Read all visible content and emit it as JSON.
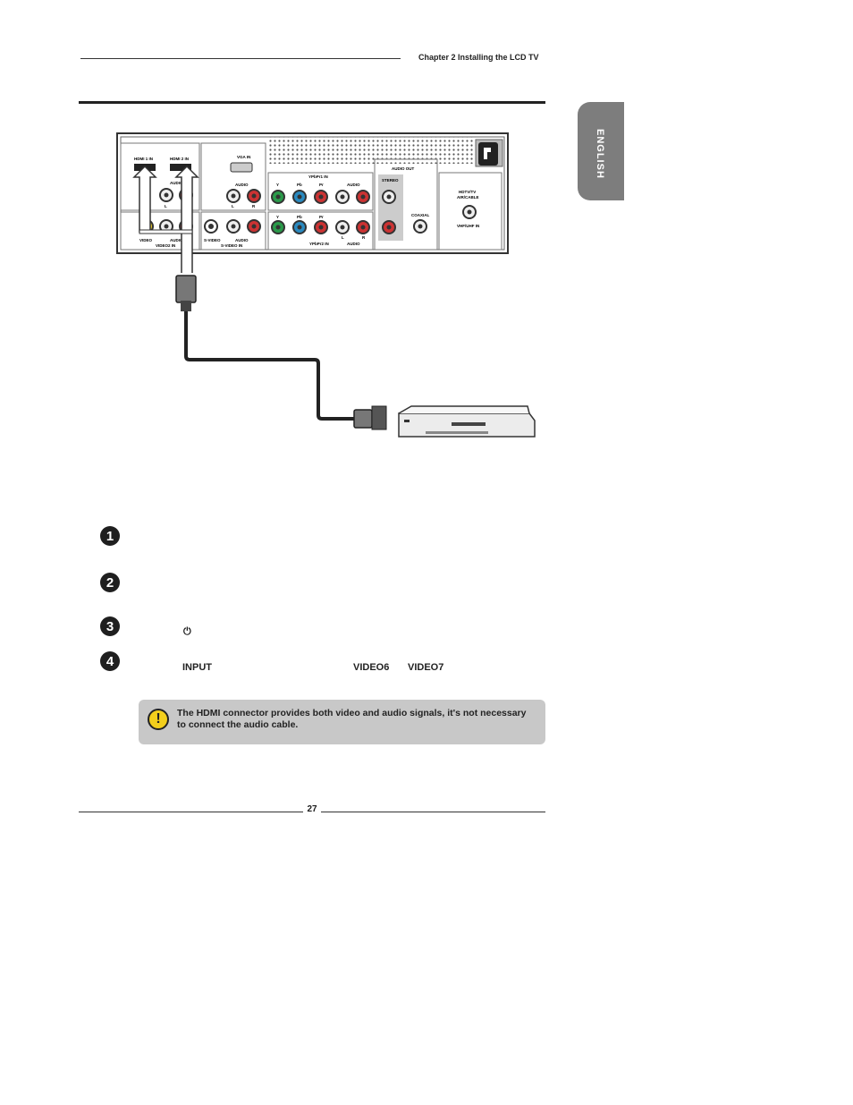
{
  "header": {
    "chapter": "Chapter 2 Installing the LCD TV"
  },
  "side_tab": {
    "label": "ENGLISH"
  },
  "panel": {
    "hdmi1": "HDMI 1 IN",
    "hdmi2": "HDMI 2 IN",
    "audio_top": "AUDIO",
    "l": "L",
    "r": "R",
    "vga": "VGA IN",
    "vga_audio": "AUDIO",
    "ypbpr1": "YPbPr1 IN",
    "y": "Y",
    "pb": "Pb",
    "pr": "Pr",
    "audio": "AUDIO",
    "audio_out": "AUDIO OUT",
    "stereo": "STEREO",
    "coaxial": "COAXIAL",
    "hdtv": "HDTV/TV",
    "air_cable": "AIR/CABLE",
    "vhf": "VHF/UHF IN",
    "video": "VIDEO",
    "video_audio": "AUDIO",
    "video2": "VIDEO2 IN",
    "svideo": "S-VIDEO",
    "svideo_audio": "AUDIO",
    "svideo_in": "S-VIDEO IN",
    "ypbpr2": "YPbPr2 IN"
  },
  "steps": [
    {
      "number": "1"
    },
    {
      "number": "2"
    },
    {
      "number": "3",
      "power_symbol": "⏻"
    },
    {
      "number": "4",
      "input": "INPUT",
      "video6": "VIDEO6",
      "video7": "VIDEO7"
    }
  ],
  "note": {
    "icon": "exclamation-icon",
    "text": "The HDMI connector provides both video and audio signals, it's not necessary to connect the audio cable."
  },
  "footer": {
    "page": "27"
  }
}
